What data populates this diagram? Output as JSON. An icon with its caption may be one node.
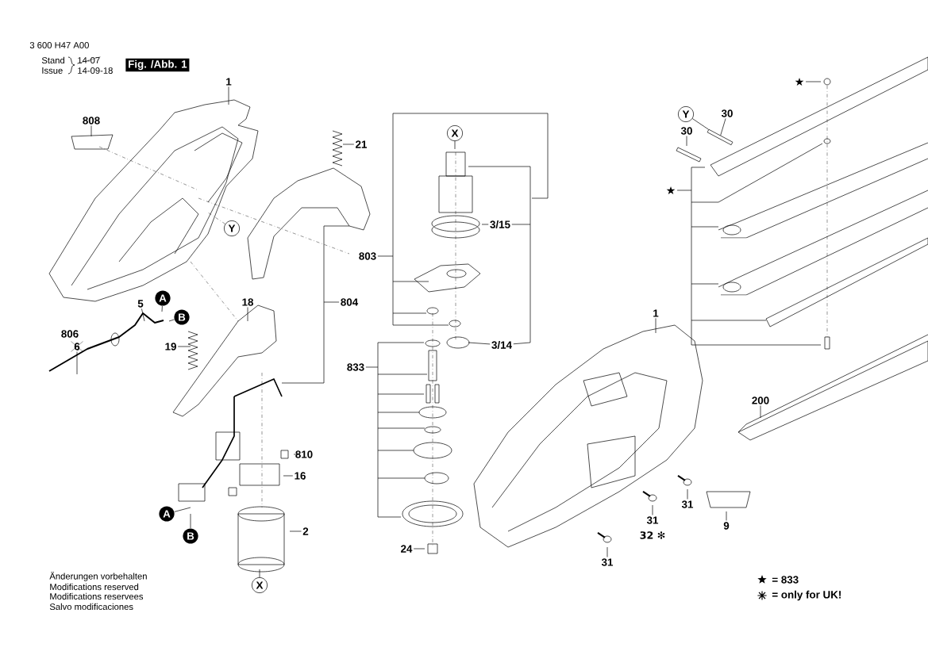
{
  "diagram": {
    "nodes": [
      {
        "text": [
          "1"
        ]
      },
      {
        "text": [
          "808"
        ]
      },
      {
        "text": [
          "21"
        ]
      },
      {
        "text": [
          "Y"
        ]
      },
      {
        "text": [
          "X"
        ]
      },
      {
        "text": [
          "3/15"
        ]
      },
      {
        "text": [
          "803"
        ]
      },
      {
        "text": [
          "804"
        ]
      },
      {
        "text": [
          "A"
        ]
      },
      {
        "text": [
          "5"
        ]
      },
      {
        "text": [
          "B"
        ]
      },
      {
        "text": [
          "18"
        ]
      },
      {
        "text": [
          "6"
        ]
      },
      {
        "text": [
          "19"
        ]
      },
      {
        "text": [
          "3/14"
        ]
      },
      {
        "text": [
          "833"
        ]
      },
      {
        "text": [
          "810"
        ]
      },
      {
        "text": [
          "16"
        ]
      },
      {
        "text": [
          "A"
        ]
      },
      {
        "text": [
          "B"
        ]
      },
      {
        "text": [
          "2"
        ]
      },
      {
        "text": [
          "X"
        ]
      },
      {
        "text": [
          "24"
        ]
      },
      {
        "text": [
          "1"
        ]
      },
      {
        "text": [
          "★"
        ]
      },
      {
        "text": [
          "Y"
        ]
      },
      {
        "text": [
          "30"
        ]
      },
      {
        "text": [
          "30"
        ]
      },
      {
        "text": [
          "★"
        ]
      },
      {
        "text": [
          "200"
        ]
      },
      {
        "text": [
          "31"
        ]
      },
      {
        "text": [
          "31"
        ]
      },
      {
        "text": [
          "9"
        ]
      },
      {
        "text": [
          "31"
        ]
      },
      {
        "text": [],
        "shape": "bar"
      }
    ],
    "edges": [
      {
        "from": 0,
        "to": null,
        "arrow": "none"
      },
      {
        "from": 1,
        "to": null,
        "arrow": "none"
      },
      {
        "from": 2,
        "to": null,
        "arrow": "none"
      },
      {
        "from": 3,
        "to": null,
        "arrow": "none",
        "style": "dashed"
      },
      {
        "from": 4,
        "to": null,
        "arrow": "none"
      },
      {
        "from": 5,
        "to": null,
        "arrow": "none"
      },
      {
        "from": 6,
        "to": null,
        "arrow": "none"
      },
      {
        "from": 7,
        "to": null,
        "arrow": "none"
      },
      {
        "from": 8,
        "to": null,
        "arrow": "none"
      },
      {
        "from": 9,
        "to": null,
        "arrow": "none"
      },
      {
        "from": 10,
        "to": null,
        "arrow": "none"
      },
      {
        "from": 11,
        "to": null,
        "arrow": "none"
      },
      {
        "from": 12,
        "to": null,
        "arrow": "none"
      },
      {
        "from": 13,
        "to": null,
        "arrow": "none"
      },
      {
        "from": 14,
        "to": null,
        "arrow": "none"
      },
      {
        "from": 15,
        "to": null,
        "arrow": "none"
      },
      {
        "from": 16,
        "to": null,
        "arrow": "none"
      },
      {
        "from": 17,
        "to": null,
        "arrow": "none"
      },
      {
        "from": 18,
        "to": null,
        "arrow": "none"
      },
      {
        "from": 19,
        "to": null,
        "arrow": "none"
      },
      {
        "from": 20,
        "to": null,
        "arrow": "none"
      },
      {
        "from": 21,
        "to": null,
        "arrow": "none"
      },
      {
        "from": 22,
        "to": null,
        "arrow": "none"
      },
      {
        "from": 23,
        "to": null,
        "arrow": "none"
      },
      {
        "from": 24,
        "to": null,
        "arrow": "none"
      },
      {
        "from": 25,
        "to": 34,
        "arrow": "none"
      },
      {
        "from": 26,
        "to": 34,
        "arrow": "none"
      },
      {
        "from": 27,
        "to": null,
        "arrow": "none"
      },
      {
        "from": 28,
        "to": null,
        "arrow": "none"
      },
      {
        "from": 29,
        "to": null,
        "arrow": "none"
      },
      {
        "from": 30,
        "to": null,
        "arrow": "none"
      },
      {
        "from": 31,
        "to": null,
        "arrow": "none"
      },
      {
        "from": 32,
        "to": null,
        "arrow": "none"
      },
      {
        "from": 33,
        "to": null,
        "arrow": "none"
      },
      {
        "from": 5,
        "to": 14,
        "arrow": "none"
      }
    ],
    "labels": [
      "3 600 H47 A00",
      "Stand",
      "Issue",
      "14-07",
      "14-09-18",
      "Fig. /Abb. 1",
      "806",
      "32 ✻",
      "Änderungen vorbehalten",
      "Modifications reserved",
      "Modifications reservees",
      "Salvo modificaciones"
    ],
    "legend": [
      {
        "text": "= 833"
      },
      {
        "text": "= only for UK!"
      }
    ]
  }
}
